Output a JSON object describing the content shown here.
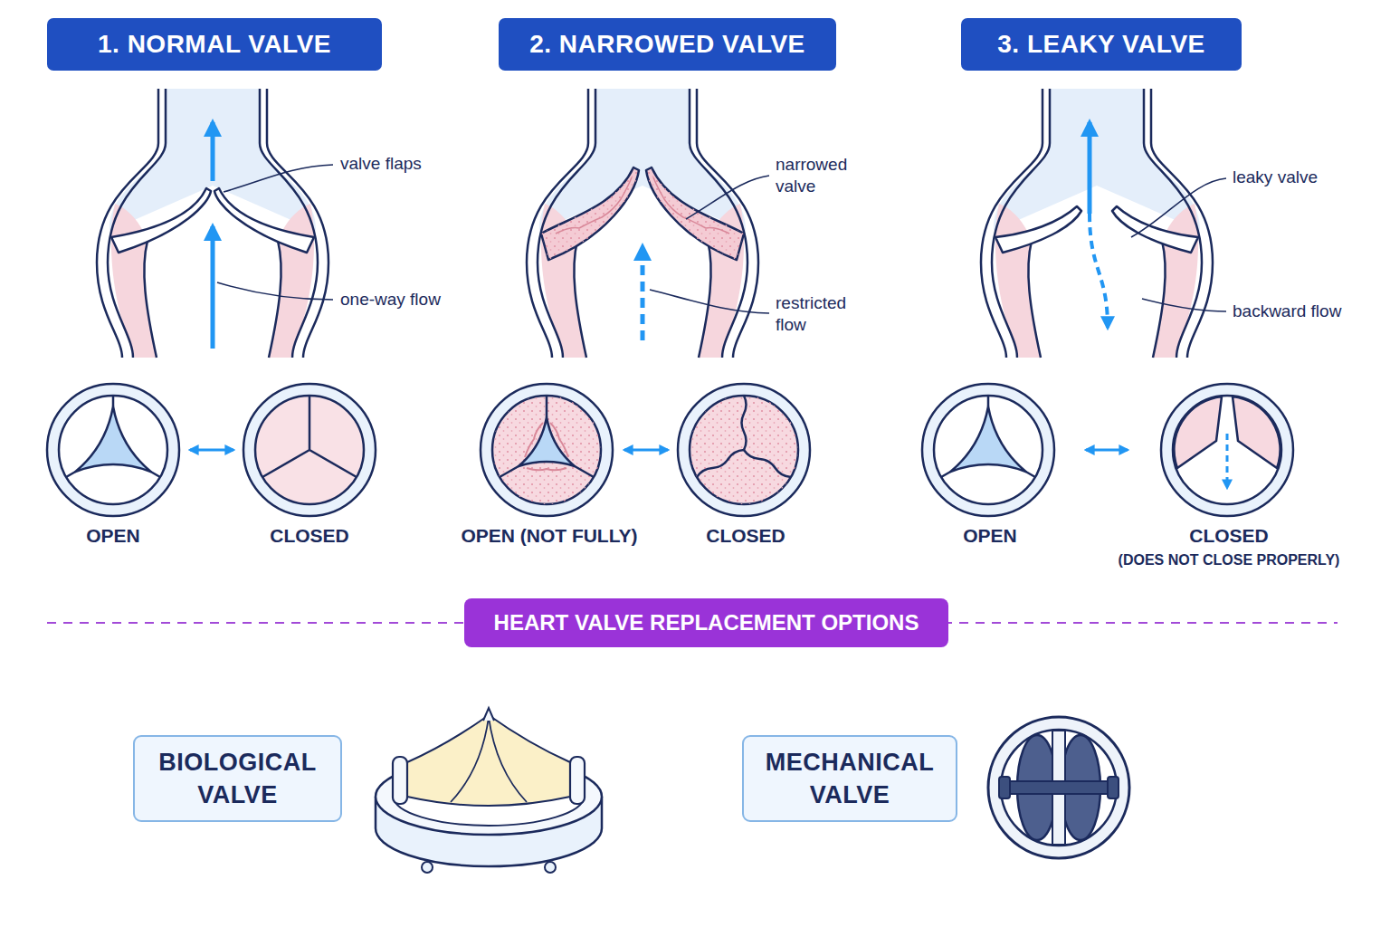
{
  "diagram": {
    "nodes": [
      {
        "text": [
          "1. NORMAL VALVE"
        ]
      },
      {
        "text": [
          "2. NARROWED VALVE"
        ]
      },
      {
        "text": [
          "3. LEAKY VALVE"
        ]
      },
      {
        "text": [
          "HEART VALVE REPLACEMENT OPTIONS"
        ]
      },
      {
        "text": [
          "BIOLOGICAL VALVE"
        ]
      },
      {
        "text": [
          "MECHANICAL VALVE"
        ]
      }
    ],
    "labels": [
      "valve flaps",
      "one-way flow",
      "OPEN",
      "CLOSED",
      "narrowed valve",
      "restricted flow",
      "OPEN (NOT FULLY)",
      "CLOSED",
      "leaky valve",
      "backward flow",
      "OPEN",
      "CLOSED",
      "(DOES NOT CLOSE PROPERLY)"
    ]
  }
}
